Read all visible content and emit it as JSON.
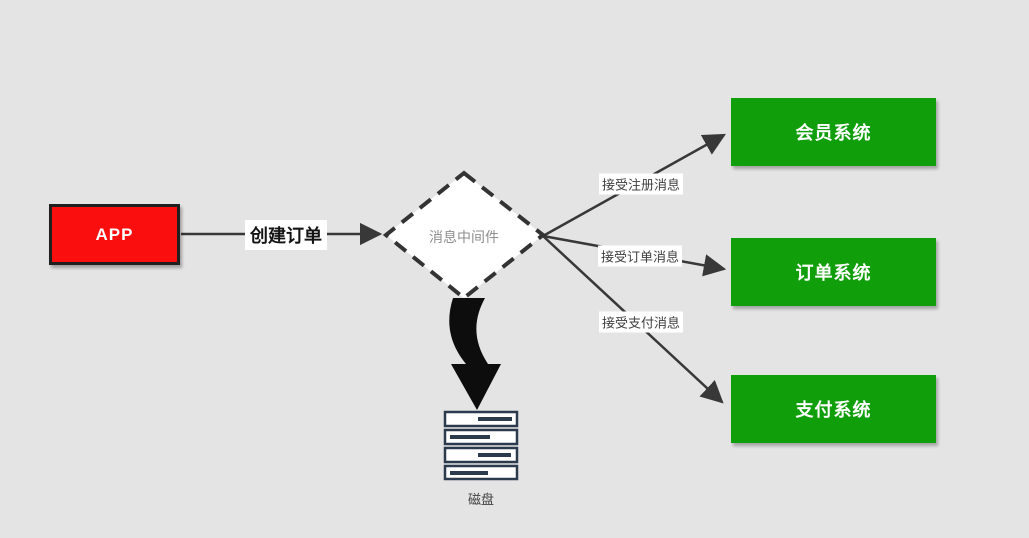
{
  "canvas": {
    "background": "#e4e4e4"
  },
  "nodes": {
    "app": {
      "label": "APP",
      "fill": "#fb0e0e",
      "text_color": "#ffffff",
      "border": "#1f1f1f"
    },
    "middleware": {
      "label": "消息中间件",
      "fill": "#ffffff",
      "text_color": "#8f8f8f",
      "border_style": "dashed"
    },
    "member_system": {
      "label": "会员系统",
      "fill": "#109e0b",
      "text_color": "#ffffff"
    },
    "order_system": {
      "label": "订单系统",
      "fill": "#109e0b",
      "text_color": "#ffffff"
    },
    "payment_system": {
      "label": "支付系统",
      "fill": "#109e0b",
      "text_color": "#ffffff"
    },
    "disk": {
      "label": "磁盘",
      "icon": "disk-stack-icon",
      "stroke": "#2b3a4d"
    }
  },
  "edges": {
    "create_order": {
      "label": "创建订单",
      "from": "app",
      "to": "middleware"
    },
    "register_message": {
      "label": "接受注册消息",
      "from": "middleware",
      "to": "member_system"
    },
    "order_message": {
      "label": "接受订单消息",
      "from": "middleware",
      "to": "order_system"
    },
    "payment_message": {
      "label": "接受支付消息",
      "from": "middleware",
      "to": "payment_system"
    },
    "persist_to_disk": {
      "from": "middleware",
      "to": "disk",
      "style": "thick-curved-arrow"
    }
  },
  "colors": {
    "line": "#383838",
    "diamond_border": "#333333",
    "thick_arrow": "#0d0d0d"
  }
}
